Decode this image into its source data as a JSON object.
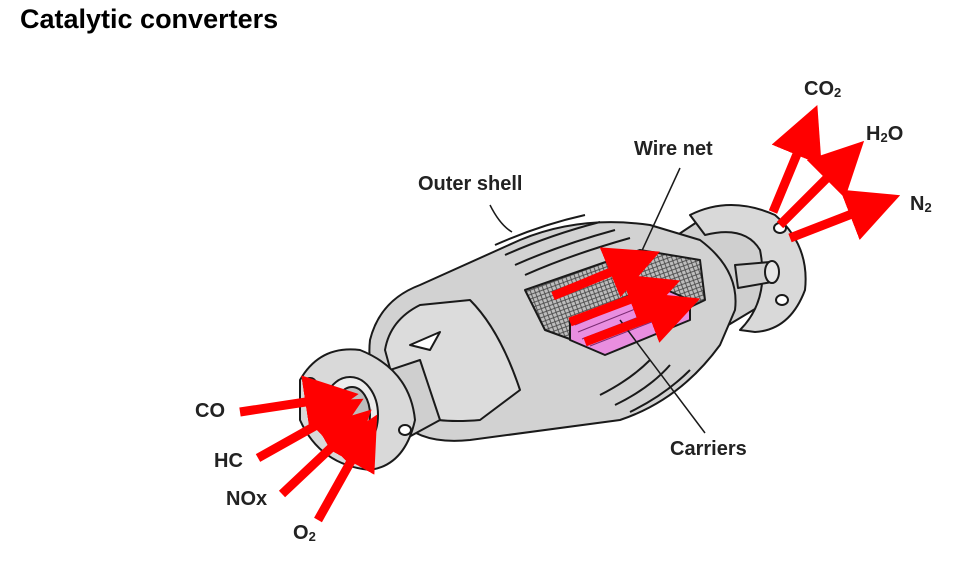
{
  "title": "Catalytic converters",
  "labels": {
    "outer_shell": "Outer shell",
    "wire_net": "Wire net",
    "carriers": "Carriers"
  },
  "inputs": [
    {
      "base": "CO",
      "sub": ""
    },
    {
      "base": "HC",
      "sub": ""
    },
    {
      "base": "NOx",
      "sub": ""
    },
    {
      "base": "O",
      "sub": "2"
    }
  ],
  "outputs": [
    {
      "base": "CO",
      "sub": "2",
      "tail": ""
    },
    {
      "base": "H",
      "sub": "2",
      "tail": "O"
    },
    {
      "base": "N",
      "sub": "2",
      "tail": ""
    }
  ],
  "colors": {
    "arrow": "#ff0000",
    "body": "#d6d6d6",
    "outline": "#1a1a1a",
    "carrier": "#e98ee0",
    "net": "#9a9a9a"
  }
}
